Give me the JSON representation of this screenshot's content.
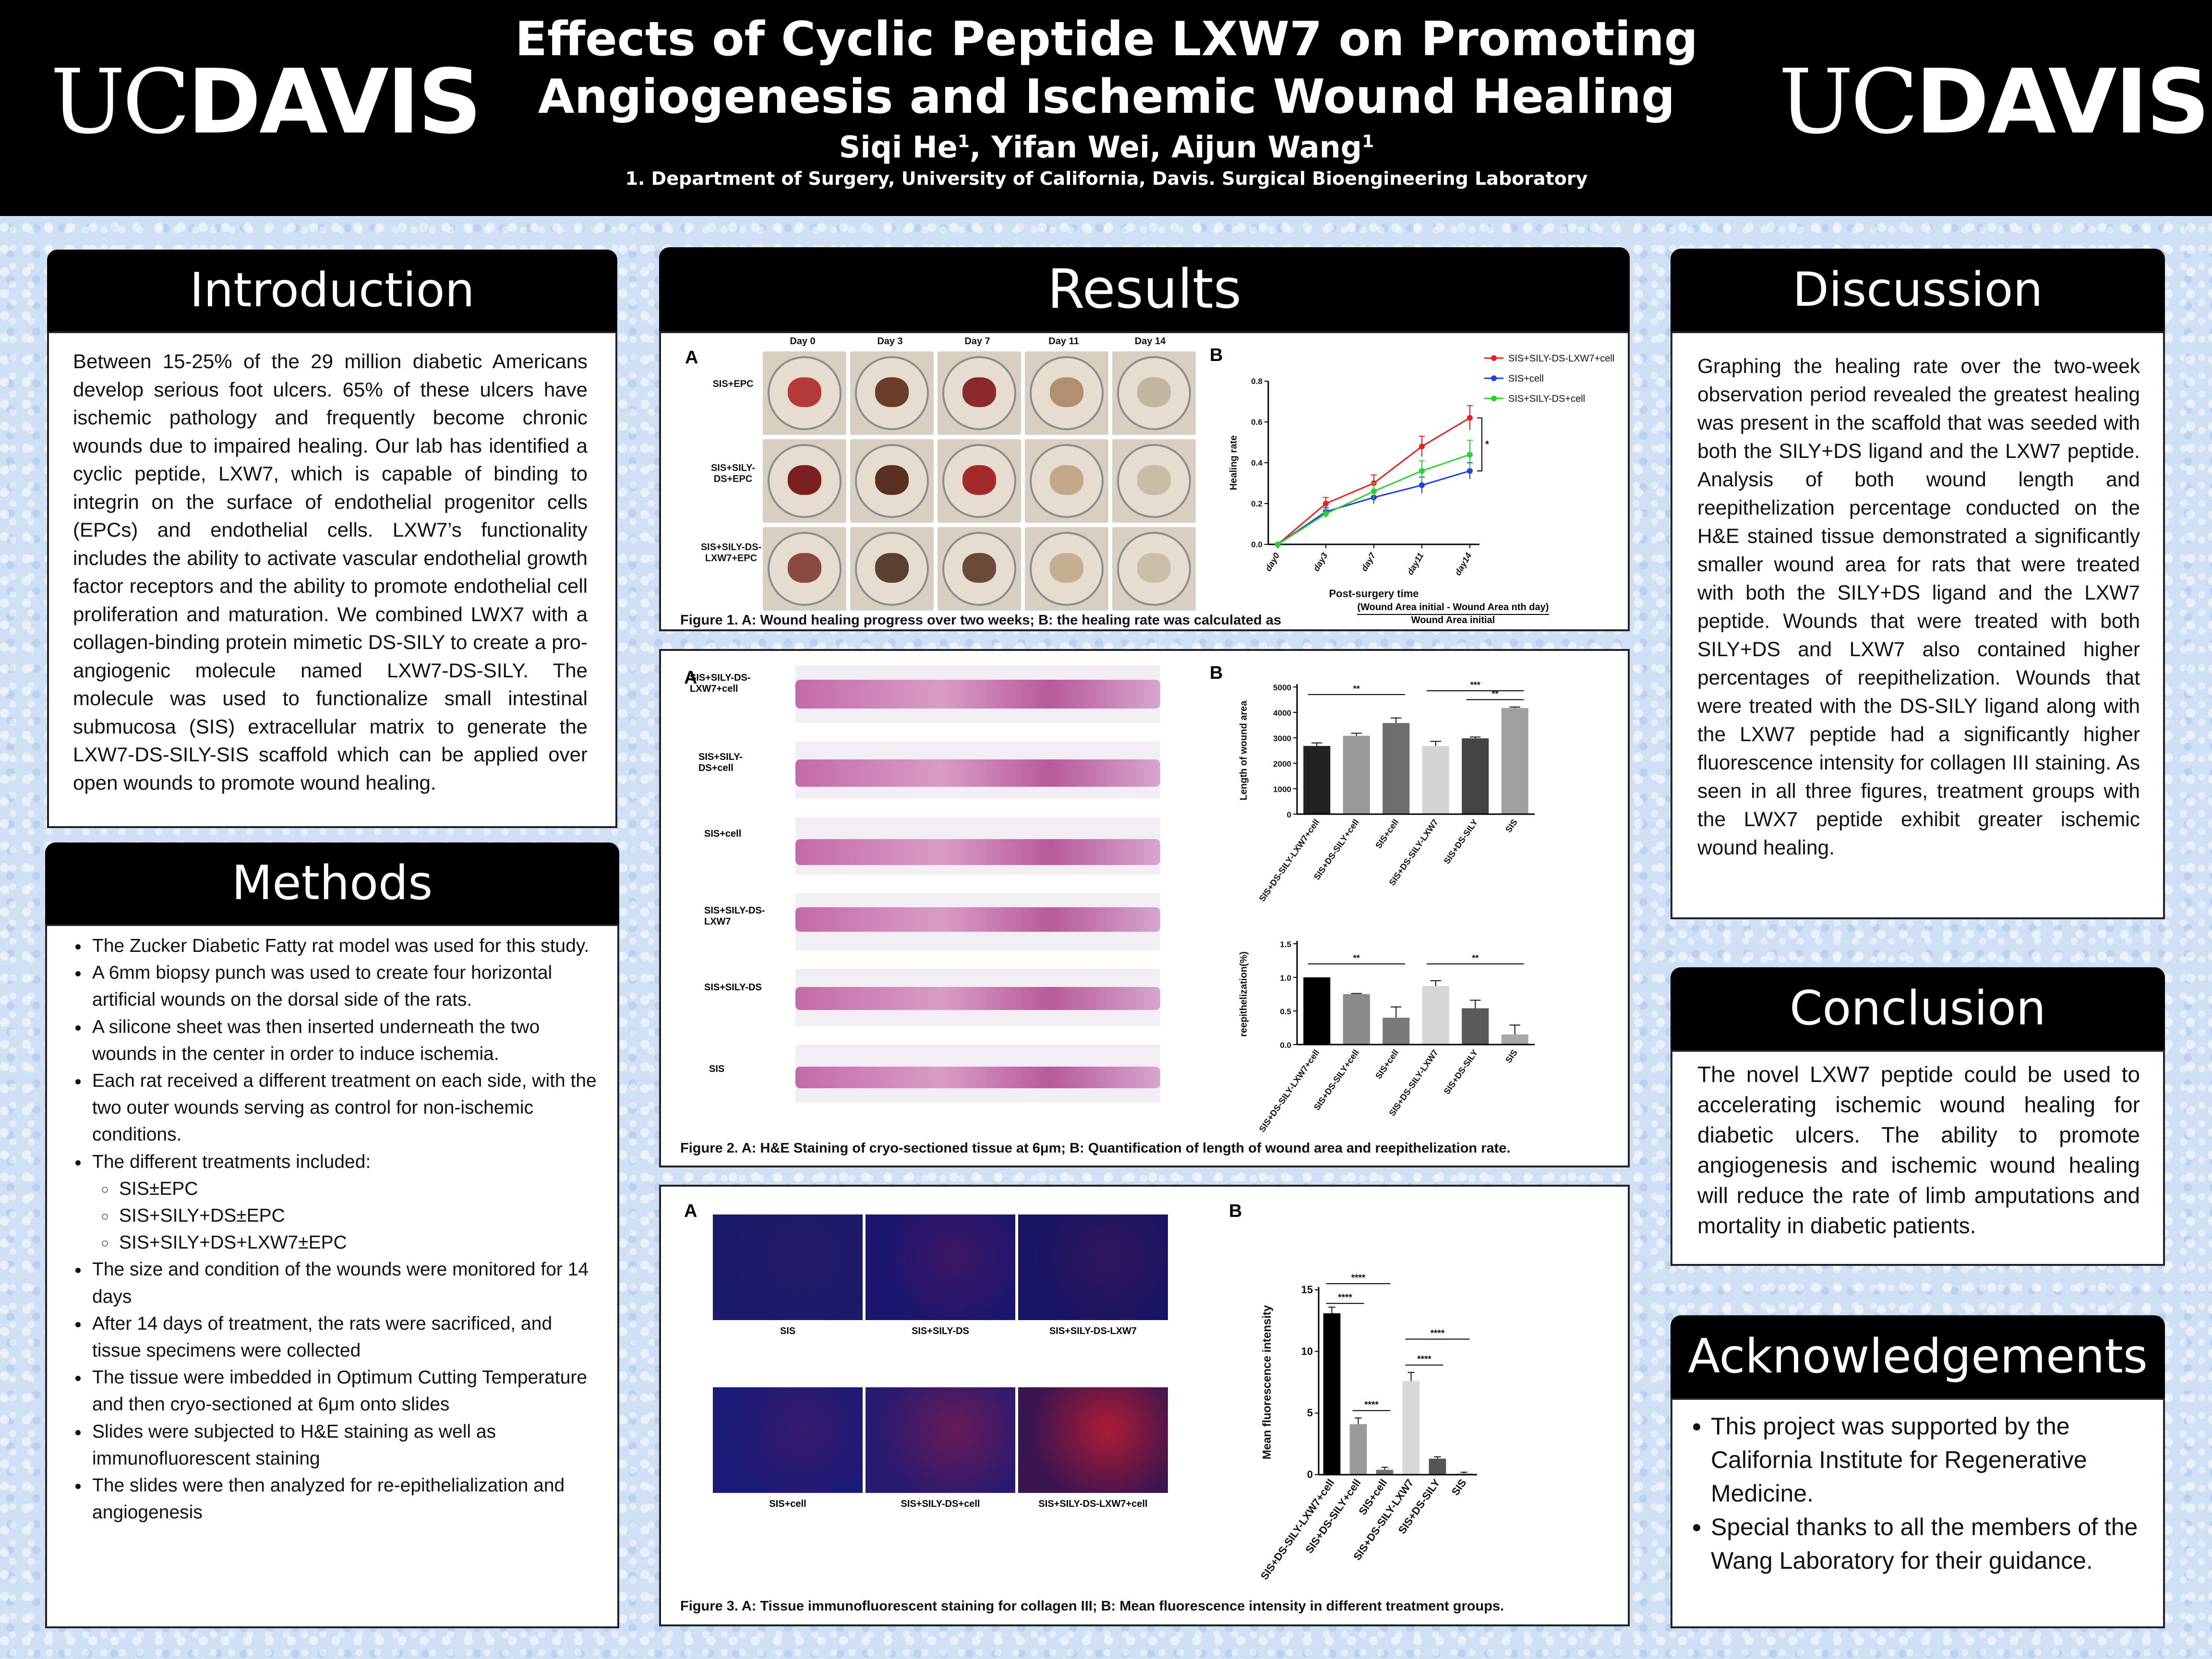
{
  "header": {
    "logo_uc": "UC",
    "logo_davis": "DAVIS",
    "title_line1": "Effects of Cyclic Peptide LXW7 on Promoting",
    "title_line2": "Angiogenesis and Ischemic Wound Healing",
    "author1": "Siqi He",
    "author1_sup": "1",
    "author_rest": ", Yifan Wei, Aijun Wang",
    "author3_sup": "1",
    "affiliation": "1. Department of Surgery, University of California, Davis. Surgical Bioengineering Laboratory"
  },
  "introduction": {
    "heading": "Introduction",
    "text": "Between 15-25% of the 29 million diabetic Americans develop serious foot ulcers. 65% of these ulcers have ischemic pathology and frequently become chronic wounds due to impaired healing. Our lab has identified a cyclic peptide, LXW7, which is capable of binding to integrin on the surface of endothelial progenitor cells (EPCs) and endothelial cells. LXW7’s functionality includes the ability to activate vascular endothelial growth factor receptors and the ability to promote endothelial cell proliferation and maturation. We combined LWX7 with a collagen-binding protein mimetic DS-SILY to create a pro-angiogenic molecule named LXW7-DS-SILY. The molecule was used to functionalize small intestinal submucosa (SIS) extracellular matrix to generate the LXW7-DS-SILY-SIS scaffold which can be applied over open wounds to promote wound healing."
  },
  "methods": {
    "heading": "Methods",
    "items": [
      "The Zucker Diabetic Fatty rat model was used for this study.",
      "A 6mm biopsy punch was used to create four horizontal artificial wounds on the dorsal side of the rats.",
      "A silicone sheet was then inserted underneath the two wounds in the center in order to induce ischemia.",
      "Each rat received a different treatment on each side, with the two outer wounds serving as control for non-ischemic conditions.",
      "The different treatments included:",
      "The size and condition of the wounds were monitored for 14 days",
      "After 14 days of treatment, the rats were sacrificed, and tissue specimens were collected",
      "The tissue were imbedded in Optimum Cutting Temperature and then cryo-sectioned at 6μm onto slides",
      "Slides were subjected to H&E staining as well as immunofluorescent staining",
      "The slides were then analyzed for re-epithelialization and angiogenesis"
    ],
    "sub_items": [
      "SIS±EPC",
      "SIS+SILY+DS±EPC",
      "SIS+SILY+DS+LXW7±EPC"
    ]
  },
  "results": {
    "heading": "Results",
    "fig1": {
      "letter_a": "A",
      "letter_b": "B",
      "days": [
        "Day 0",
        "Day 3",
        "Day 7",
        "Day 11",
        "Day 14"
      ],
      "rows": [
        "SIS+EPC",
        "SIS+SILY-DS+EPC",
        "SIS+SILY-DS-LXW7+EPC"
      ],
      "caption": "Figure 1. A: Wound healing progress over two weeks; B: the healing rate was calculated as",
      "formula_num": "(Wound Area initial - Wound Area nth day)",
      "formula_den": "Wound Area initial",
      "sig": "*"
    },
    "fig2": {
      "letter_a": "A",
      "letter_b": "B",
      "rows": [
        "SIS+SILY-DS-LXW7+cell",
        "SIS+SILY-DS+cell",
        "SIS+cell",
        "SIS+SILY-DS-LXW7",
        "SIS+SILY-DS",
        "SIS"
      ],
      "caption": "Figure 2. A: H&E Staining of cryo-sectioned tissue at 6μm; B: Quantification of length of wound area and reepithelization rate."
    },
    "fig3": {
      "letter_a": "A",
      "letter_b": "B",
      "panels": [
        "SIS",
        "SIS+SILY-DS",
        "SIS+SILY-DS-LXW7",
        "SIS+cell",
        "SIS+SILY-DS+cell",
        "SIS+SILY-DS-LXW7+cell"
      ],
      "caption": "Figure 3. A: Tissue immunofluorescent staining for collagen III; B: Mean fluorescence intensity in different treatment groups."
    }
  },
  "discussion": {
    "heading": "Discussion",
    "text": "Graphing the healing rate over the two-week observation period revealed the greatest healing was present in the scaffold that was seeded with both the SILY+DS ligand and the LXW7 peptide. Analysis of both wound length and reepithelization percentage conducted on the H&E stained tissue demonstrated a significantly smaller wound area for rats that were treated with both the SILY+DS ligand and the LXW7 peptide. Wounds that were treated with both SILY+DS and LXW7 also contained higher percentages of reepithelization. Wounds that were treated with the DS-SILY ligand along with the LXW7 peptide had a significantly higher fluorescence intensity for collagen III staining. As seen in all three figures, treatment groups with the LWX7 peptide exhibit greater ischemic wound healing."
  },
  "conclusion": {
    "heading": "Conclusion",
    "text": "The novel LXW7 peptide could be used to accelerating ischemic wound healing for diabetic ulcers. The ability to promote angiogenesis and ischemic wound healing will reduce the rate of limb amputations and mortality in diabetic patients."
  },
  "acknowledgements": {
    "heading": "Acknowledgements",
    "items": [
      "This project was supported by the California Institute for Regenerative Medicine.",
      "Special thanks to all the members of the Wang Laboratory for their guidance."
    ]
  },
  "chart_data": [
    {
      "type": "line",
      "xlabel": "Post-surgery time",
      "ylabel": "Healing rate",
      "x": [
        "day0",
        "day3",
        "day7",
        "day11",
        "day14"
      ],
      "ylim": [
        0,
        0.8
      ],
      "yticks": [
        "0.0",
        "0.2",
        "0.4",
        "0.6",
        "0.8"
      ],
      "legend_position": "top-right",
      "series": [
        {
          "name": "SIS+SILY-DS-LXW7+cell",
          "color": "#e8201f",
          "values": [
            0,
            0.2,
            0.3,
            0.48,
            0.62
          ],
          "err": [
            0,
            0.03,
            0.04,
            0.05,
            0.06
          ]
        },
        {
          "name": "SIS+cell",
          "color": "#1f3fd9",
          "values": [
            0,
            0.16,
            0.23,
            0.29,
            0.36
          ],
          "err": [
            0,
            0.02,
            0.03,
            0.04,
            0.04
          ]
        },
        {
          "name": "SIS+SILY-DS+cell",
          "color": "#2fcf2f",
          "values": [
            0,
            0.15,
            0.26,
            0.36,
            0.44
          ],
          "err": [
            0,
            0.02,
            0.04,
            0.05,
            0.07
          ]
        }
      ],
      "annotations": [
        "*"
      ]
    },
    {
      "type": "bar",
      "ylabel": "Length of wound area",
      "categories": [
        "SIS+DS-SILY-LXW7+cell",
        "SIS+DS-SILY+cell",
        "SIS+cell",
        "SIS+DS-SILY-LXW7",
        "SIS+DS-SILY",
        "SIS"
      ],
      "values": [
        2680,
        3080,
        3580,
        2680,
        2980,
        4170
      ],
      "err": [
        120,
        100,
        200,
        180,
        50,
        40
      ],
      "colors": [
        "#222222",
        "#9a9a9a",
        "#6e6e6e",
        "#d4d4d4",
        "#444444",
        "#a0a0a0"
      ],
      "ylim": [
        0,
        5000
      ],
      "yticks": [
        "0",
        "1000",
        "2000",
        "3000",
        "4000",
        "5000"
      ],
      "annotations": [
        "**",
        "***",
        "**"
      ]
    },
    {
      "type": "bar",
      "ylabel": "reepithelization(%)",
      "categories": [
        "SIS+DS-SILY-LXW7+cell",
        "SIS+DS-SILY+cell",
        "SIS+cell",
        "SIS+DS-SILY-LXW7",
        "SIS+DS-SILY",
        "SIS"
      ],
      "values": [
        1.0,
        0.75,
        0.4,
        0.87,
        0.54,
        0.15
      ],
      "err": [
        0,
        0.01,
        0.16,
        0.08,
        0.12,
        0.14
      ],
      "colors": [
        "#000000",
        "#8a8a8a",
        "#7a7a7a",
        "#d6d6d6",
        "#5a5a5a",
        "#a8a8a8"
      ],
      "ylim": [
        0,
        1.5
      ],
      "yticks": [
        "0.0",
        "0.5",
        "1.0",
        "1.5"
      ],
      "annotations": [
        "**",
        "**"
      ]
    },
    {
      "type": "bar",
      "ylabel": "Mean fluorescence intensity",
      "categories": [
        "SIS+DS-SILY-LXW7+cell",
        "SIS+DS-SILY+cell",
        "SIS+cell",
        "SIS+DS-SILY-LXW7",
        "SIS+DS-SILY",
        "SIS"
      ],
      "values": [
        13.1,
        4.1,
        0.4,
        7.6,
        1.3,
        0.1
      ],
      "err": [
        0.5,
        0.5,
        0.2,
        0.7,
        0.15,
        0.1
      ],
      "colors": [
        "#000000",
        "#9a9a9a",
        "#707070",
        "#d8d8d8",
        "#555555",
        "#aaaaaa"
      ],
      "ylim": [
        0,
        15
      ],
      "yticks": [
        "0",
        "5",
        "10",
        "15"
      ],
      "annotations": [
        "****",
        "****",
        "****",
        "****",
        "****"
      ]
    }
  ]
}
